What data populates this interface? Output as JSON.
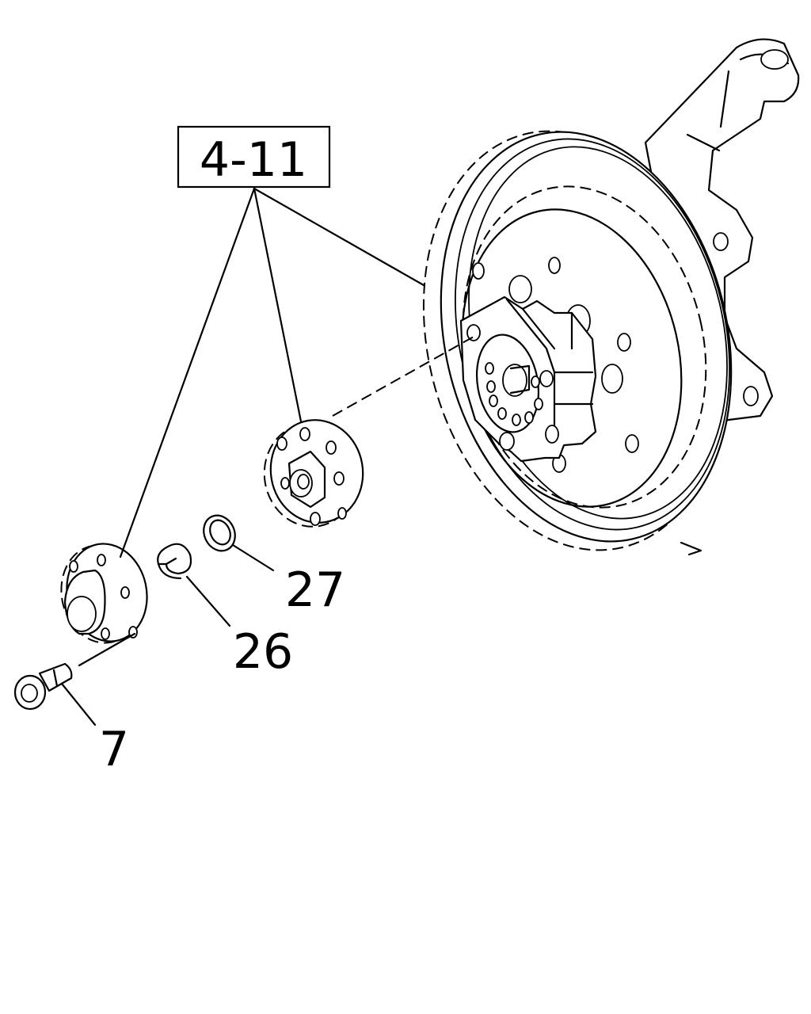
{
  "diagram": {
    "group_ref": "4-11",
    "callouts": [
      {
        "id": "bolt",
        "number": "7"
      },
      {
        "id": "snap-ring",
        "number": "26"
      },
      {
        "id": "washer",
        "number": "27"
      }
    ],
    "line_color": "#000000",
    "background": "#ffffff"
  }
}
